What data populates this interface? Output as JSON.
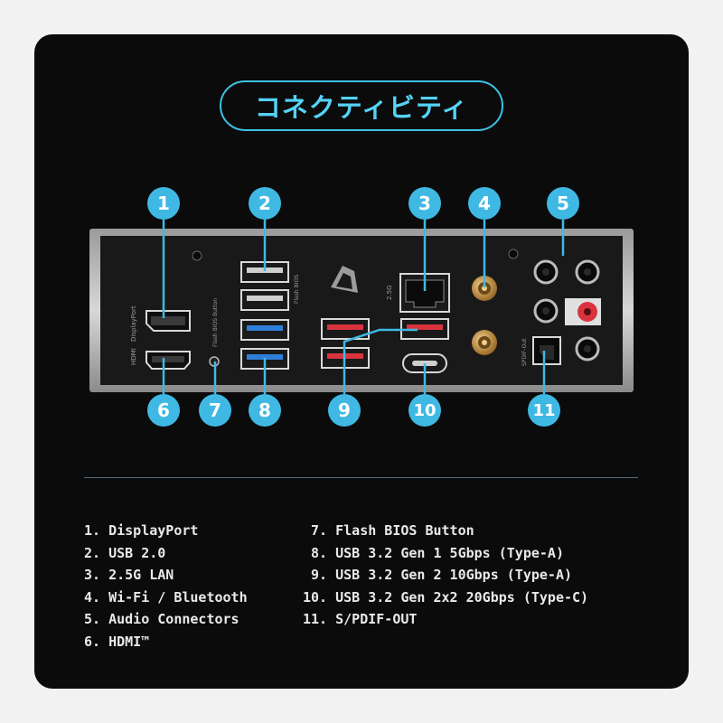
{
  "title": "コネクティビティ",
  "badges": [
    "1",
    "2",
    "3",
    "4",
    "5",
    "6",
    "7",
    "8",
    "9",
    "10",
    "11"
  ],
  "legend_left": [
    "1. DisplayPort",
    "2. USB 2.0",
    "3. 2.5G LAN",
    "4. Wi-Fi / Bluetooth",
    "5. Audio Connectors",
    "6. HDMI™"
  ],
  "legend_right": [
    " 7. Flash BIOS Button",
    " 8. USB 3.2 Gen 1 5Gbps (Type-A)",
    " 9. USB 3.2 Gen 2 10Gbps (Type-A)",
    "10. USB 3.2 Gen 2x2 20Gbps (Type-C)",
    "11. S/PDIF-OUT"
  ],
  "panel_labels": {
    "displayport": "DisplayPort",
    "hdmi": "HDMI",
    "flash_bios": "Flash BIOS Button",
    "flash_bios_short": "Flash BIOS",
    "lan": "2.5G",
    "spdif": "SPDIF-Out"
  },
  "colors": {
    "accent": "#3fb9e4",
    "card": "#0b0b0c",
    "usb3_blue": "#2f7fd8",
    "usb_red": "#d9343e"
  }
}
